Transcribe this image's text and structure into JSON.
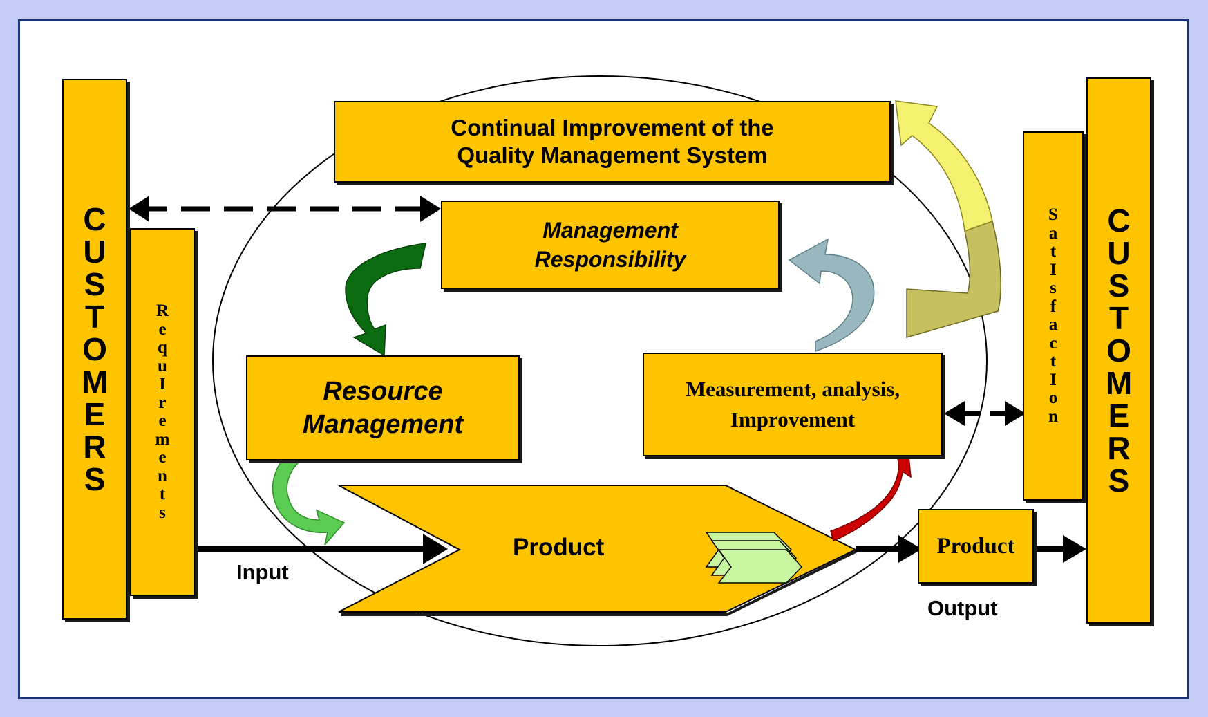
{
  "diagram": {
    "left_customers": "CUSTOMERS",
    "right_customers": "CUSTOMERS",
    "requirements": "Requirements",
    "requirements_letters": [
      "R",
      "e",
      "q",
      "u",
      "I",
      "r",
      "e",
      "m",
      "e",
      "n",
      "t",
      "s"
    ],
    "satisfaction": "Satisfaction",
    "satisfaction_letters": [
      "S",
      "a",
      "t",
      "I",
      "s",
      "f",
      "a",
      "c",
      "t",
      "I",
      "o",
      "n"
    ],
    "continual_line1": "Continual Improvement of the",
    "continual_line2": "Quality Management System",
    "management_line1": "Management",
    "management_line2": "Responsibility",
    "resource_line1": "Resource",
    "resource_line2": "Management",
    "measurement_line1": "Measurement, analysis,",
    "measurement_line2": "Improvement",
    "product_process": "Product",
    "product_output": "Product",
    "input_label": "Input",
    "output_label": "Output"
  },
  "colors": {
    "box_fill": "#ffc400",
    "frame_border": "#1c3278",
    "frame_background": "#c4ccf6",
    "arrow_dark_green": "#0b6b10",
    "arrow_light_green": "#5ccc55",
    "arrow_red": "#cc0000",
    "arrow_light_blue": "#9ab8c0",
    "arrow_yellow": "#f4f070",
    "arrow_olive": "#c6c060",
    "product_documents": "#c8f5a0"
  }
}
